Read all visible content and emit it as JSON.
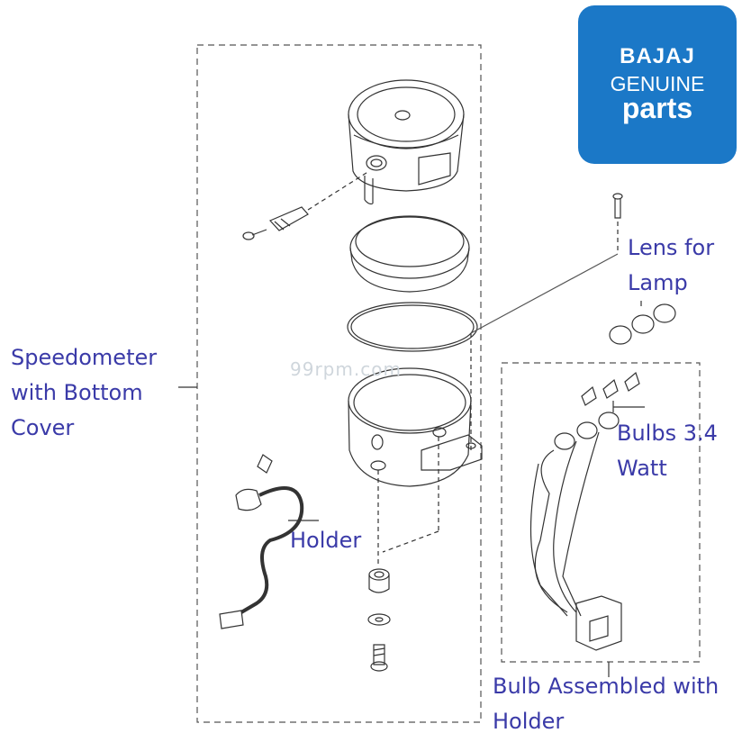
{
  "logo": {
    "brand": "BAJAJ",
    "line1": "GENUINE",
    "line2": "parts",
    "bg_color": "#1b78c7"
  },
  "watermark": "99rpm.com",
  "labels": {
    "speedometer": [
      "Speedometer",
      "with Bottom",
      "Cover"
    ],
    "lens": [
      "Lens for",
      "Lamp"
    ],
    "bulbs": [
      "Bulbs 3.4",
      "Watt"
    ],
    "holder": "Holder",
    "bulb_assembly": [
      "Bulb Assembled with",
      "Holder"
    ]
  },
  "label_color": "#3a3aa8"
}
